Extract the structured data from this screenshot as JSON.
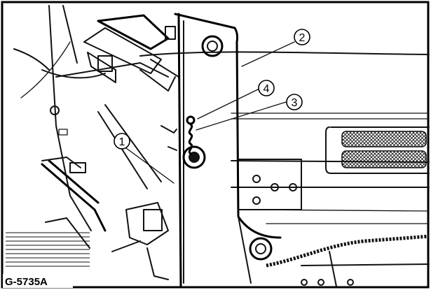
{
  "figure": {
    "code": "G-5735A"
  },
  "callouts": [
    {
      "label": "1"
    },
    {
      "label": "2"
    },
    {
      "label": "3"
    },
    {
      "label": "4"
    }
  ]
}
